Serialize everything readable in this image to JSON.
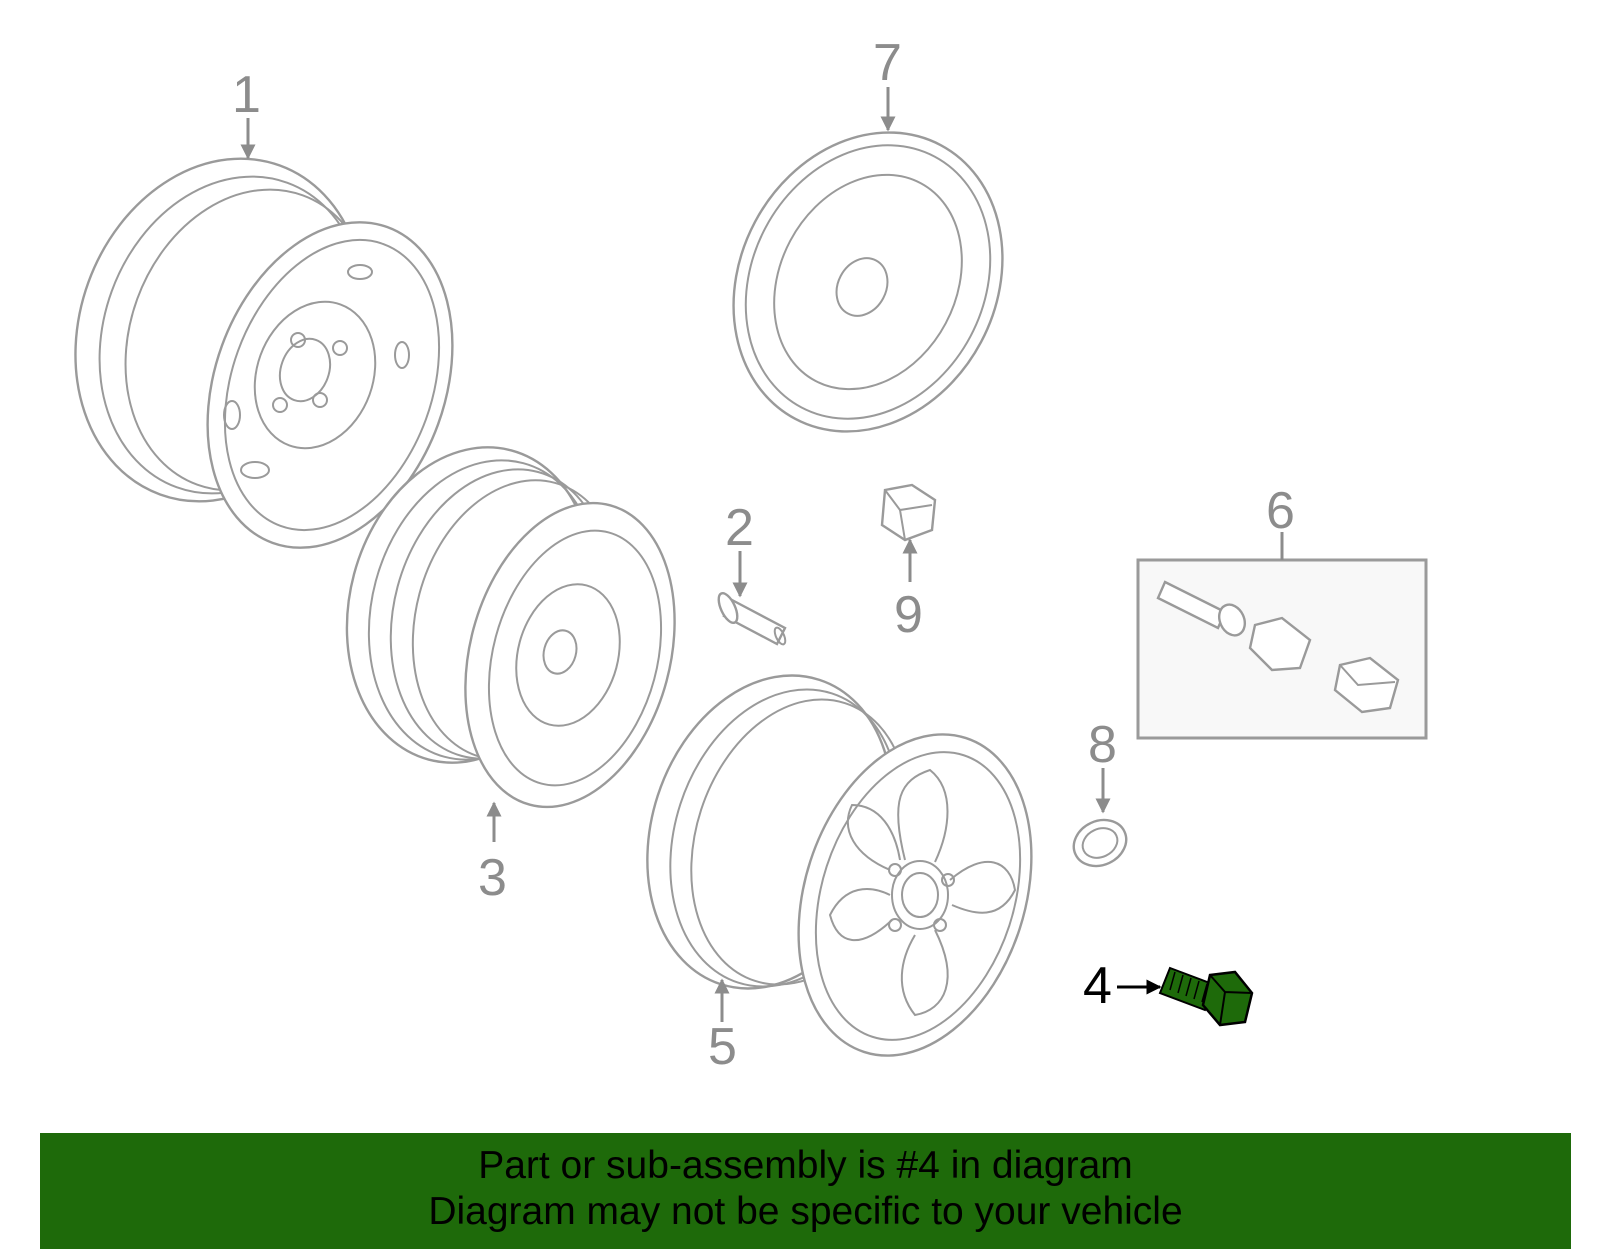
{
  "callouts": {
    "c1": "1",
    "c2": "2",
    "c3": "3",
    "c4": "4",
    "c5": "5",
    "c6": "6",
    "c7": "7",
    "c8": "8",
    "c9": "9"
  },
  "highlight_color": "#1e6a0a",
  "banner": {
    "line1": "Part or sub-assembly is #4 in diagram",
    "line2": "Diagram may not be specific to your vehicle"
  }
}
